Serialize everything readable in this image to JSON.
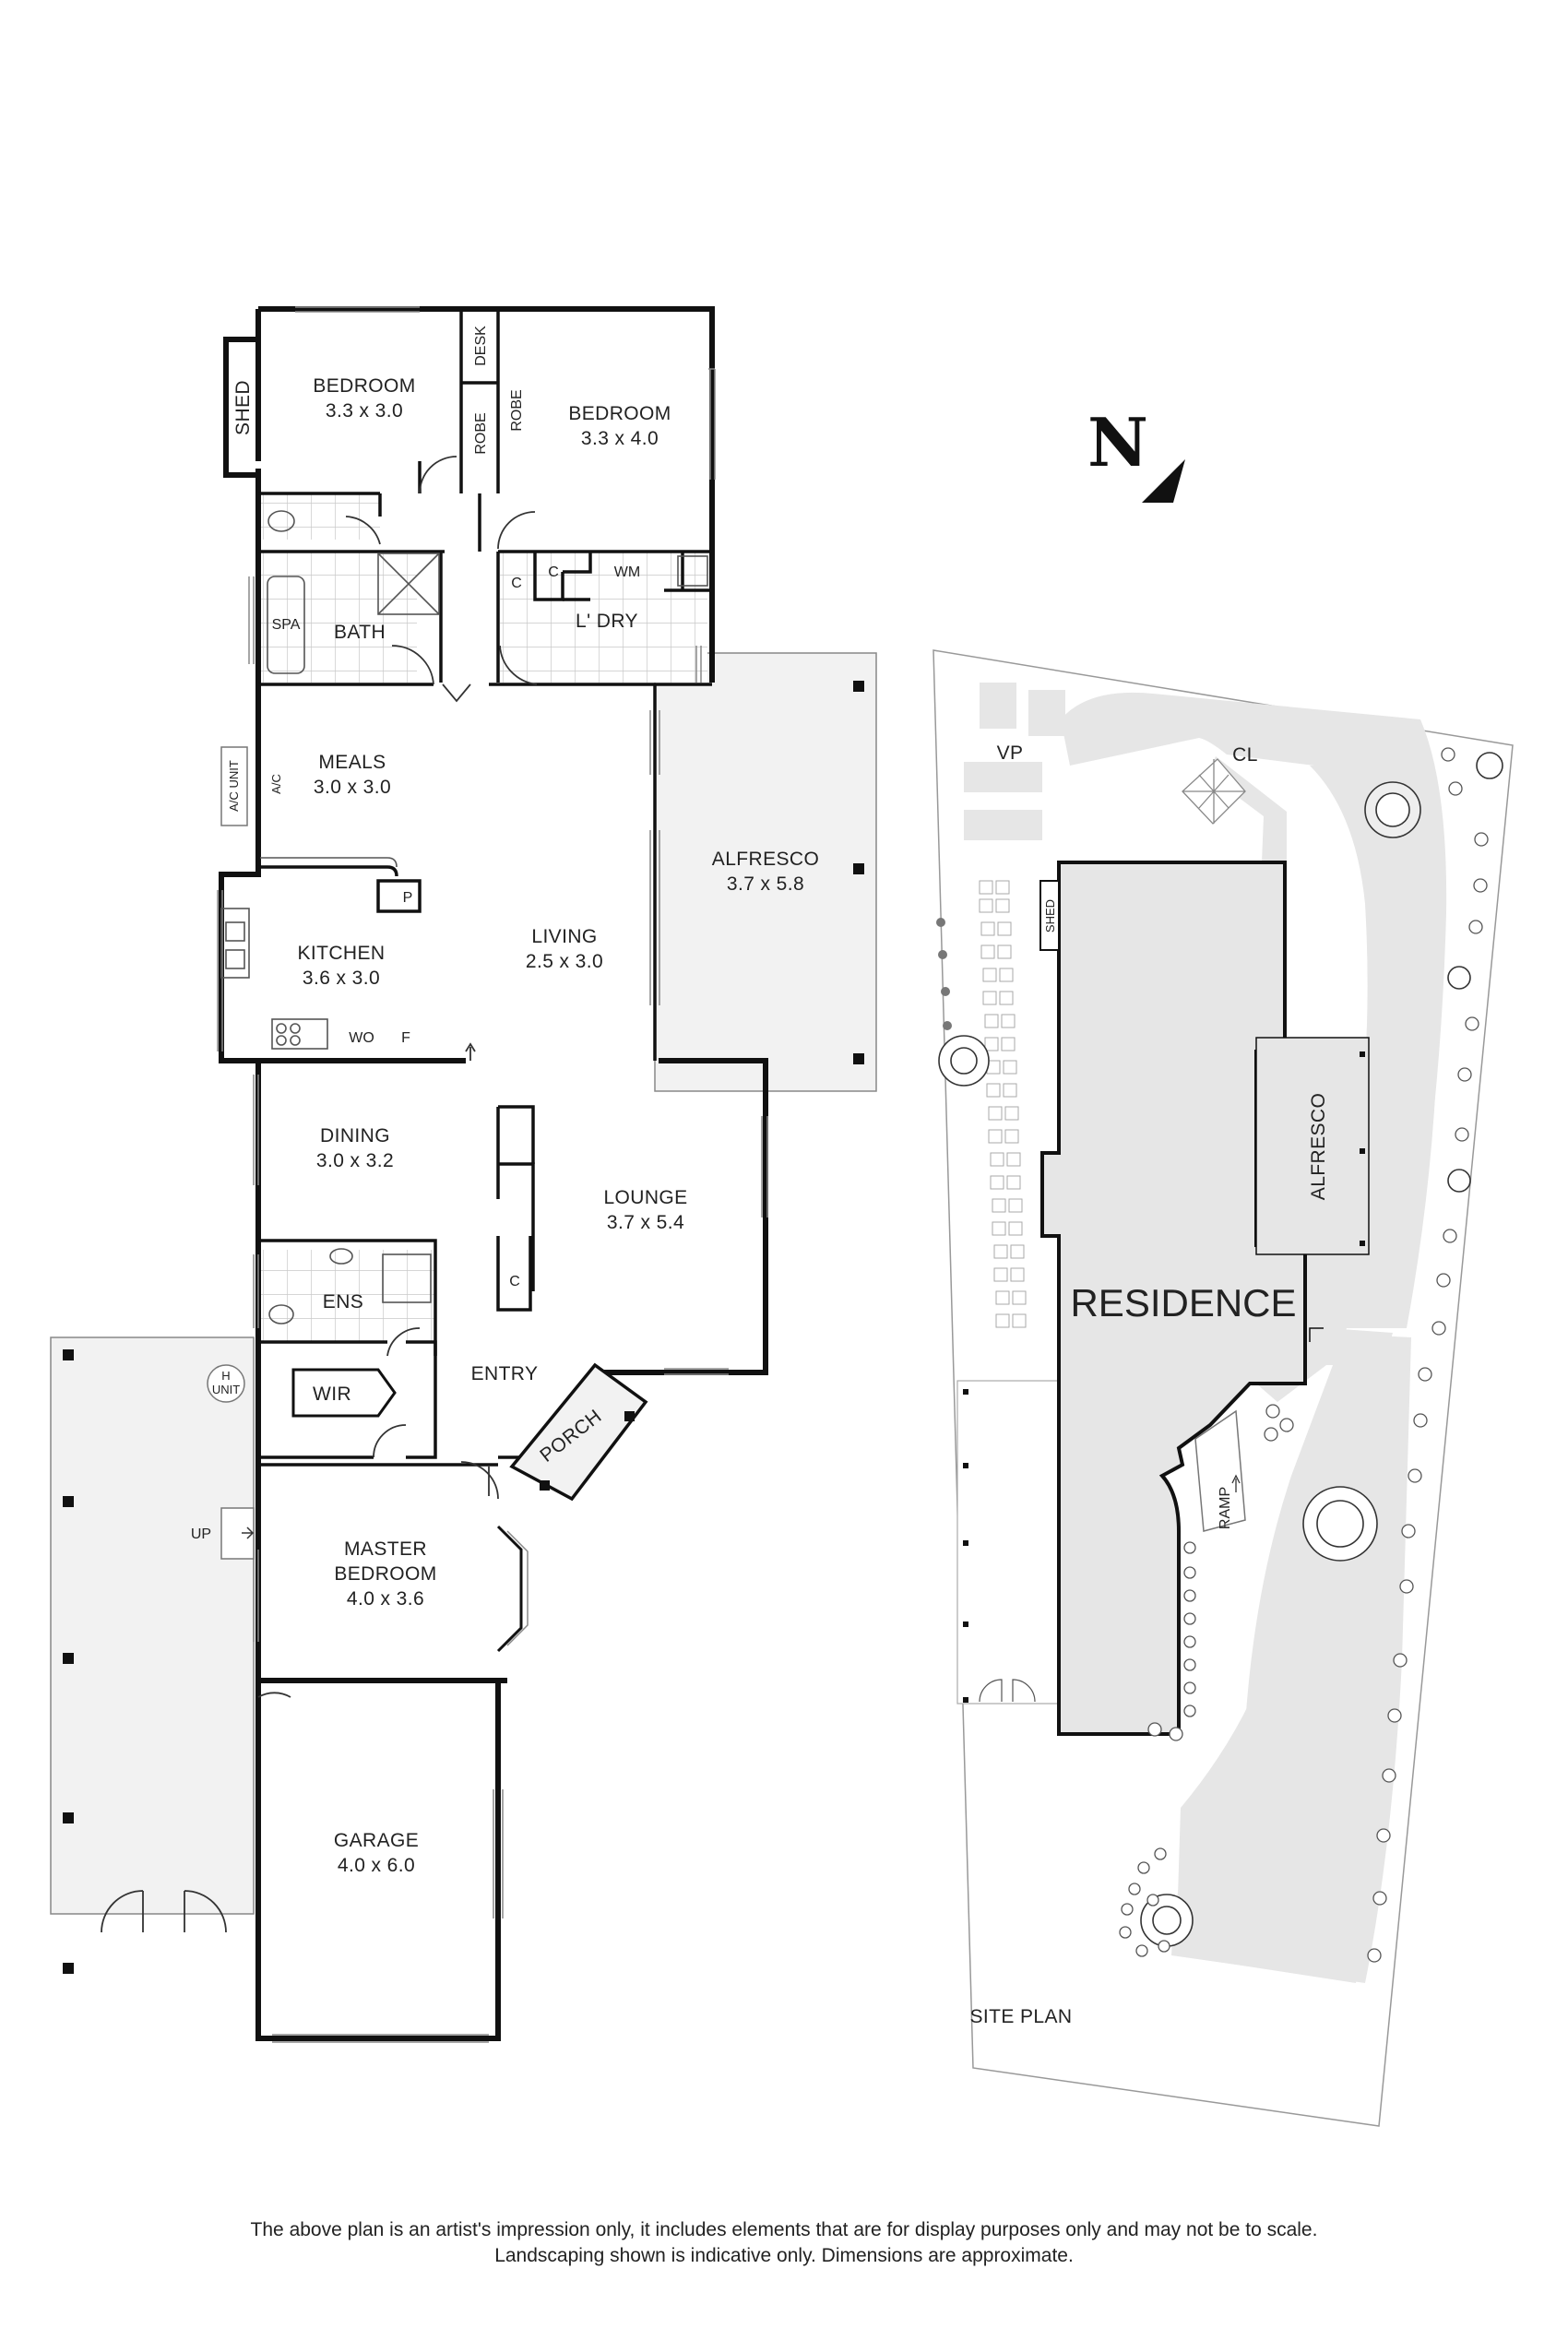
{
  "compass": {
    "letter": "N"
  },
  "rooms": {
    "bedroom_a": {
      "name": "BEDROOM",
      "size": "3.3 x 3.0"
    },
    "bedroom_b": {
      "name": "BEDROOM",
      "size": "3.3 x 4.0"
    },
    "desk": "DESK",
    "robe_a": "ROBE",
    "robe_b": "ROBE",
    "shed": "SHED",
    "spa": "SPA",
    "bath": "BATH",
    "c1": "C",
    "c2": "C",
    "wm": "WM",
    "laundry": "L' DRY",
    "ac_unit": "A/C UNIT",
    "ac": "A/C",
    "meals": {
      "name": "MEALS",
      "size": "3.0 x 3.0"
    },
    "alfresco": {
      "name": "ALFRESCO",
      "size": "3.7 x 5.8"
    },
    "pantry": "P",
    "kitchen": {
      "name": "KITCHEN",
      "size": "3.6 x 3.0"
    },
    "living": {
      "name": "LIVING",
      "size": "2.5 x 3.0"
    },
    "wo": "WO",
    "fridge": "F",
    "dining": {
      "name": "DINING",
      "size": "3.0 x 3.2"
    },
    "lounge": {
      "name": "LOUNGE",
      "size": "3.7 x 5.4"
    },
    "c3": "C",
    "ens": "ENS",
    "h_unit_1": "H",
    "h_unit_2": "UNIT",
    "wir": "WIR",
    "entry": "ENTRY",
    "porch": "PORCH",
    "up": "UP",
    "master": {
      "name": "MASTER",
      "name2": "BEDROOM",
      "size": "4.0 x 3.6"
    },
    "garage": {
      "name": "GARAGE",
      "size": "4.0 x 6.0"
    }
  },
  "site": {
    "vp": "VP",
    "cl": "CL",
    "shed": "SHED",
    "alfresco": "ALFRESCO",
    "residence": "RESIDENCE",
    "ramp": "RAMP",
    "title": "SITE PLAN"
  },
  "disclaimer": {
    "line1": "The above plan is an artist's impression only, it includes elements that are for display purposes only and may not be to scale.",
    "line2": "Landscaping shown is indicative only. Dimensions are approximate."
  }
}
